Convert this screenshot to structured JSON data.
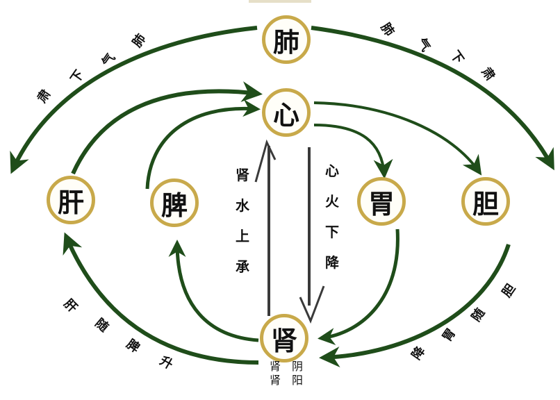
{
  "colors": {
    "arrow_green": "#1f4d1a",
    "vertical_gray": "#3a3a3a",
    "ring_gold": "#c8a94a",
    "text": "#111111"
  },
  "nodes": {
    "lung": "肺",
    "heart": "心",
    "liver": "肝",
    "spleen": "脾",
    "stomach": "胃",
    "gallbladder": "胆",
    "kidney": "肾"
  },
  "labels": {
    "lung_qi_descends_left": [
      "肺",
      "气",
      "下",
      "肃"
    ],
    "lung_qi_descends_right": [
      "肺",
      "气",
      "下",
      "肃"
    ],
    "kidney_water_rises": [
      "肾",
      "水",
      "上",
      "承"
    ],
    "heart_fire_descends": [
      "心",
      "火",
      "下",
      "降"
    ],
    "liver_follows_spleen_rises": [
      "肝",
      "随",
      "脾",
      "升"
    ],
    "gallbladder_follows_stomach_descends": [
      "胆",
      "随",
      "胃",
      "降"
    ],
    "kidney_yin": [
      "肾",
      "阴"
    ],
    "kidney_yang": [
      "肾",
      "阳"
    ]
  }
}
